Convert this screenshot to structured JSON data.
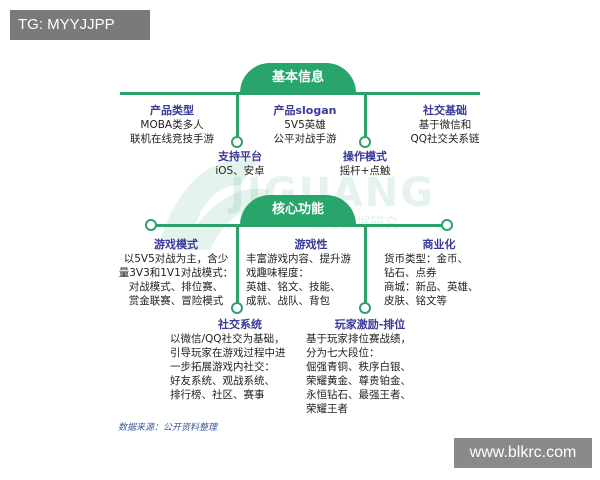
{
  "watermark": {
    "tag": "TG: MYYJJPP",
    "site": "www.blkrc.com"
  },
  "background_logo": {
    "text": "JIGUANG",
    "sub": "极光 数据研究"
  },
  "sections": [
    {
      "title": "基本信息"
    },
    {
      "title": "核心功能"
    }
  ],
  "basic_info": [
    {
      "title": "产品类型",
      "lines": [
        "MOBA类多人",
        "联机在线竞技手游"
      ]
    },
    {
      "title": "支持平台",
      "lines": [
        "iOS、安卓"
      ]
    },
    {
      "title": "产品slogan",
      "lines": [
        "5V5英雄",
        "公平对战手游"
      ]
    },
    {
      "title": "操作模式",
      "lines": [
        "摇杆+点触"
      ]
    },
    {
      "title": "社交基础",
      "lines": [
        "基于微信和",
        "QQ社交关系链"
      ]
    }
  ],
  "core_functions": [
    {
      "title": "游戏模式",
      "lines": [
        "以5V5对战为主，含少",
        "量3V3和1V1对战模式：",
        "对战模式、排位赛、",
        "赏金联赛、冒险模式"
      ]
    },
    {
      "title": "游戏性",
      "lines": [
        "丰富游戏内容、提升游",
        "戏趣味程度：",
        "英雄、铭文、技能、",
        "成就、战队、背包"
      ]
    },
    {
      "title": "商业化",
      "lines": [
        "货币类型：金币、",
        "钻石、点券",
        "商城：新品、英雄、",
        "皮肤、铭文等"
      ]
    },
    {
      "title": "社交系统",
      "lines": [
        "以微信/QQ社交为基础，",
        "引导玩家在游戏过程中进",
        "一步拓展游戏内社交：",
        "好友系统、观战系统、",
        "排行榜、社区、赛事"
      ]
    },
    {
      "title": "玩家激励-排位",
      "lines": [
        "基于玩家排位赛战绩，",
        "分为七大段位：",
        "倔强青铜、秩序白银、",
        "荣耀黄金、尊贵铂金、",
        "永恒钻石、最强王者、",
        "荣耀王者"
      ]
    }
  ],
  "source": "数据来源：公开资料整理"
}
